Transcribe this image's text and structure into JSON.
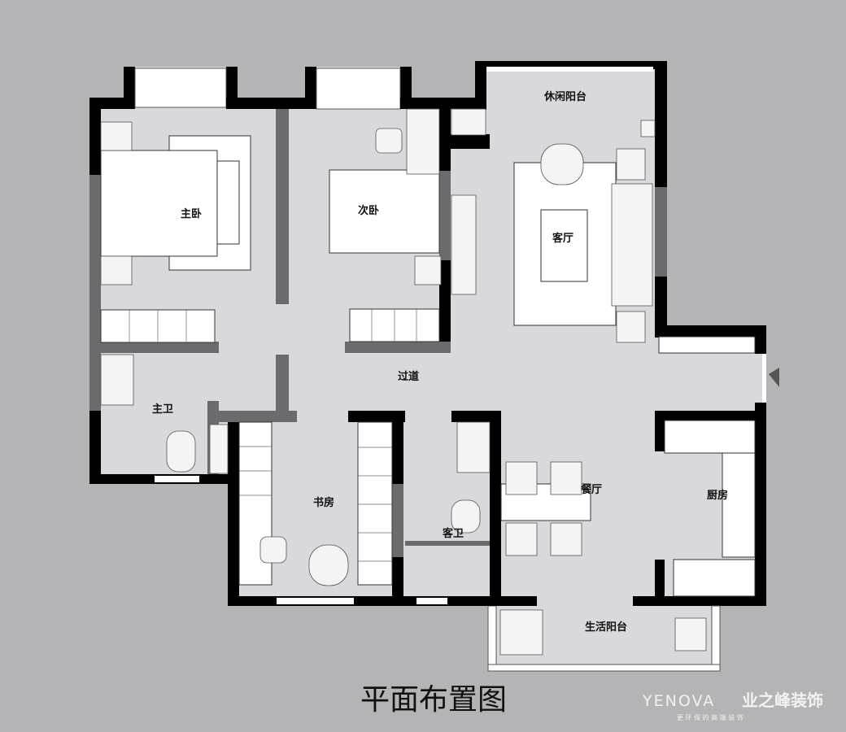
{
  "title": "平面布置图",
  "rooms": {
    "leisure_balcony": "休闲阳台",
    "master_bedroom": "主卧",
    "second_bedroom": "次卧",
    "living_room": "客厅",
    "corridor": "过道",
    "master_bath": "主卫",
    "study": "书房",
    "guest_bath": "客卫",
    "dining_room": "餐厅",
    "kitchen": "厨房",
    "utility_balcony": "生活阳台"
  },
  "logo": {
    "brand_en": "YENOVA",
    "brand_cn": "业之峰装饰",
    "tagline": "更 环 保 的 高 端 装 饰"
  },
  "colors": {
    "background": "#b4b3b6",
    "floor": "#d9d8dc",
    "wall": "#000000",
    "partition": "#6b6b6e"
  }
}
